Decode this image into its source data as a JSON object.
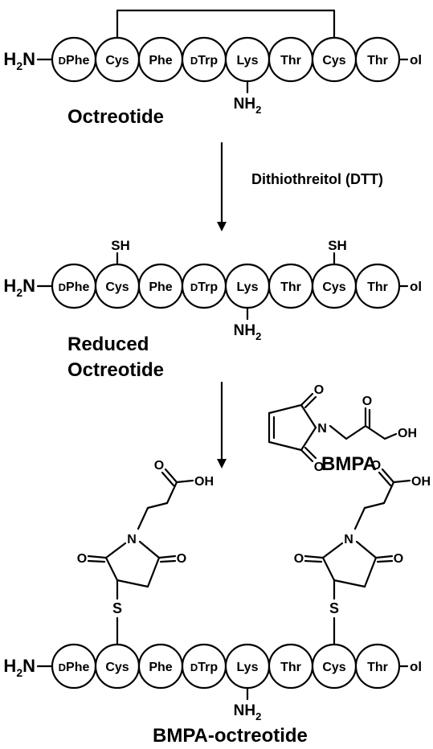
{
  "sequence": [
    "D",
    "Phe",
    "Cys",
    "Phe",
    "D",
    "Trp",
    "Lys",
    "Thr",
    "Cys",
    "Thr"
  ],
  "residues": [
    {
      "prefix": "D",
      "name": "Phe"
    },
    {
      "prefix": "",
      "name": "Cys"
    },
    {
      "prefix": "",
      "name": "Phe"
    },
    {
      "prefix": "D",
      "name": "Trp"
    },
    {
      "prefix": "",
      "name": "Lys"
    },
    {
      "prefix": "",
      "name": "Thr"
    },
    {
      "prefix": "",
      "name": "Cys"
    },
    {
      "prefix": "",
      "name": "Thr"
    }
  ],
  "n_terminus": {
    "main": "H",
    "sub": "2",
    "tail": "N"
  },
  "c_terminus": "ol",
  "lys_side_chain": {
    "main": "NH",
    "sub": "2"
  },
  "thiol_label": "SH",
  "sulfur_label": "S",
  "bmpa_atoms": {
    "N": "N",
    "O": "O",
    "OH": "OH"
  },
  "labels": {
    "octreotide": "Octreotide",
    "reagent1": "Dithiothreitol (DTT)",
    "reduced_line1": "Reduced",
    "reduced_line2": "Octreotide",
    "bmpa": "BMPA",
    "product": "BMPA-octreotide"
  }
}
